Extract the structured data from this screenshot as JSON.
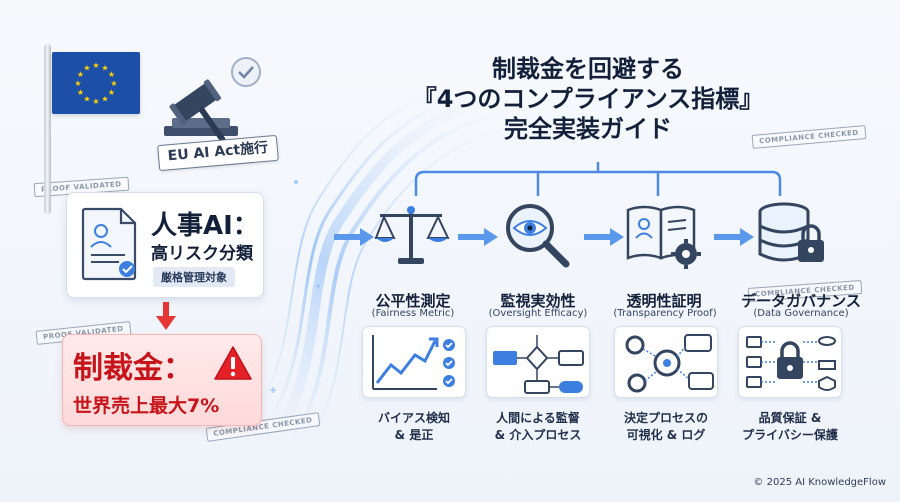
{
  "stamps": {
    "proof_validated_1": "PROOF VALIDATED",
    "proof_validated_2": "PROOF VALIDATED",
    "compliance_checked_1": "COMPLIANCE CHECKED",
    "compliance_checked_2": "COMPLIANCE CHECKED",
    "compliance_checked_3": "COMPLIANCE CHECKED"
  },
  "left": {
    "act_label": "EU AI Act施行",
    "hr_title": "人事AI：",
    "hr_subtitle": "高リスク分類",
    "hr_badge": "厳格管理対象",
    "fine_title": "制裁金：",
    "fine_subtitle": "世界売上最大7%"
  },
  "title": {
    "line1": "制裁金を回避する",
    "line2": "『4つのコンプライアンス指標』",
    "line3": "完全実装ガイド"
  },
  "pillars": [
    {
      "name": "公平性測定",
      "en": "(Fairness Metric)",
      "desc1": "バイアス検知",
      "desc2": "& 是正"
    },
    {
      "name": "監視実効性",
      "en": "(Oversight Efficacy)",
      "desc1": "人間による監督",
      "desc2": "& 介入プロセス"
    },
    {
      "name": "透明性証明",
      "en": "(Transparency Proof)",
      "desc1": "決定プロセスの",
      "desc2": "可視化 & ログ"
    },
    {
      "name": "データガバナンス",
      "en": "(Data Governance)",
      "desc1": "品質保証 &",
      "desc2": "プライバシー保護"
    }
  ],
  "colors": {
    "accent_blue": "#3d7fe0",
    "danger_red": "#c6141a",
    "navy": "#13203a"
  },
  "footer": {
    "copyright": "© 2025 AI KnowledgeFlow"
  }
}
